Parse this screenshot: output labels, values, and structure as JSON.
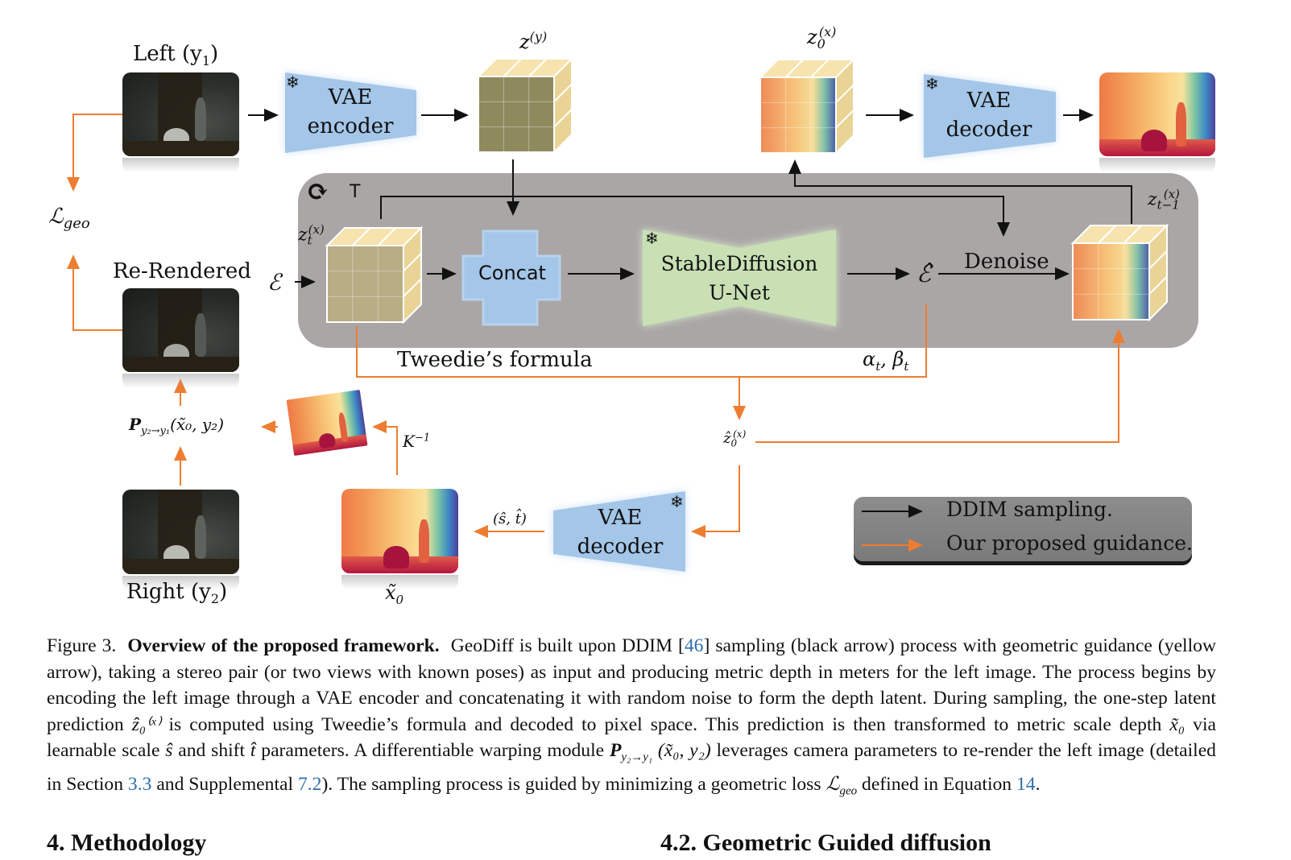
{
  "figure": {
    "top_row": {
      "left_label": "Left (y",
      "left_label_sub": "1",
      "left_label_close": ")",
      "encoder_line1": "VAE",
      "encoder_line2": "encoder",
      "zy_label": "z",
      "zy_sup": "(y)",
      "z0_label": "z",
      "z0_sub": "0",
      "z0_sup": "(x)",
      "decoder_line1": "VAE",
      "decoder_line2": "decoder"
    },
    "loop": {
      "loop_label": "T",
      "zt_label": "z",
      "zt_sub": "t",
      "zt_sup": "(x)",
      "noise_label": "ℰ",
      "concat_label": "Concat",
      "unet_line1": "StableDiffusion",
      "unet_line2": "U-Net",
      "eps_hat_label": "ℰ̂",
      "denoise_label": "Denoise",
      "zt1_label": "z",
      "zt1_sub": "t−1",
      "zt1_sup": "(x)"
    },
    "guidance": {
      "tweedie_label": "Tweedie’s formula",
      "alpha_beta_label": "α",
      "alpha_sub": "t",
      "beta_label": ", β",
      "beta_sub": "t",
      "z0hat_label": "ẑ",
      "z0hat_sub": "0",
      "z0hat_sup": "(x)",
      "loss_label": "ℒ",
      "loss_sub": "geo",
      "rerendered_label": "Re-Rendered",
      "warp_label": "P",
      "warp_sub": "y₂→y₁",
      "warp_args": "(x̃₀, y₂)",
      "kinv_label": "K",
      "kinv_sup": "−1",
      "scale_shift_label": "(ŝ, t̂)",
      "decoder2_line1": "VAE",
      "decoder2_line2": "decoder",
      "x0tilde_label": "x̃",
      "x0tilde_sub": "0",
      "right_label": "Right (y",
      "right_label_sub": "2",
      "right_label_close": ")"
    },
    "legend": {
      "items": [
        {
          "label": "DDIM sampling.",
          "color": "#111111"
        },
        {
          "label": "Our proposed guidance.",
          "color": "#ed7d31"
        }
      ]
    },
    "colors": {
      "guidance_orange": "#ed7d31",
      "vae_blue": "#a4c6e8",
      "unet_green": "#c8e0b4",
      "loop_gray": "#aaa6a6",
      "link_blue": "#2f6fa8"
    }
  },
  "caption": {
    "figure_number": "Figure 3.",
    "title": "Overview of the proposed framework.",
    "p1": "GeoDiff is built upon DDIM [",
    "ref46": "46",
    "p2": "] sampling (black arrow) process with geometric guidance (yellow arrow), taking a stereo pair (or two views with known poses) as input and producing metric depth in meters for the left image. The process begins by encoding the left image through a VAE encoder and concatenating it with random noise to form the depth latent. During sampling, the one-step latent prediction ",
    "z0hat": "ẑ₀⁽ˣ⁾",
    "p3": " is computed using Tweedie’s formula and decoded to pixel space. This prediction is then transformed to metric scale depth ",
    "x0": "x̃₀",
    "p4": " via learnable scale ",
    "s": "ŝ",
    "p5": " and shift ",
    "t": "t̂",
    "p6": " parameters.  A differentiable warping module ",
    "P": "P",
    "Psub": "y₂→y₁",
    "Pargs": " (x̃₀, y₂)",
    "p7": " leverages camera parameters to re-render the left image (detailed in Section ",
    "ref33": "3.3",
    "p8": " and Supplemental ",
    "ref72": "7.2",
    "p9": ").  The sampling process is guided by minimizing a geometric loss ",
    "L": "ℒ",
    "Lsub": "geo",
    "p10": " defined in Equation ",
    "ref14": "14",
    "p11": "."
  },
  "sections": {
    "left_heading": "4. Methodology",
    "right_heading": "4.2. Geometric Guided diffusion"
  }
}
